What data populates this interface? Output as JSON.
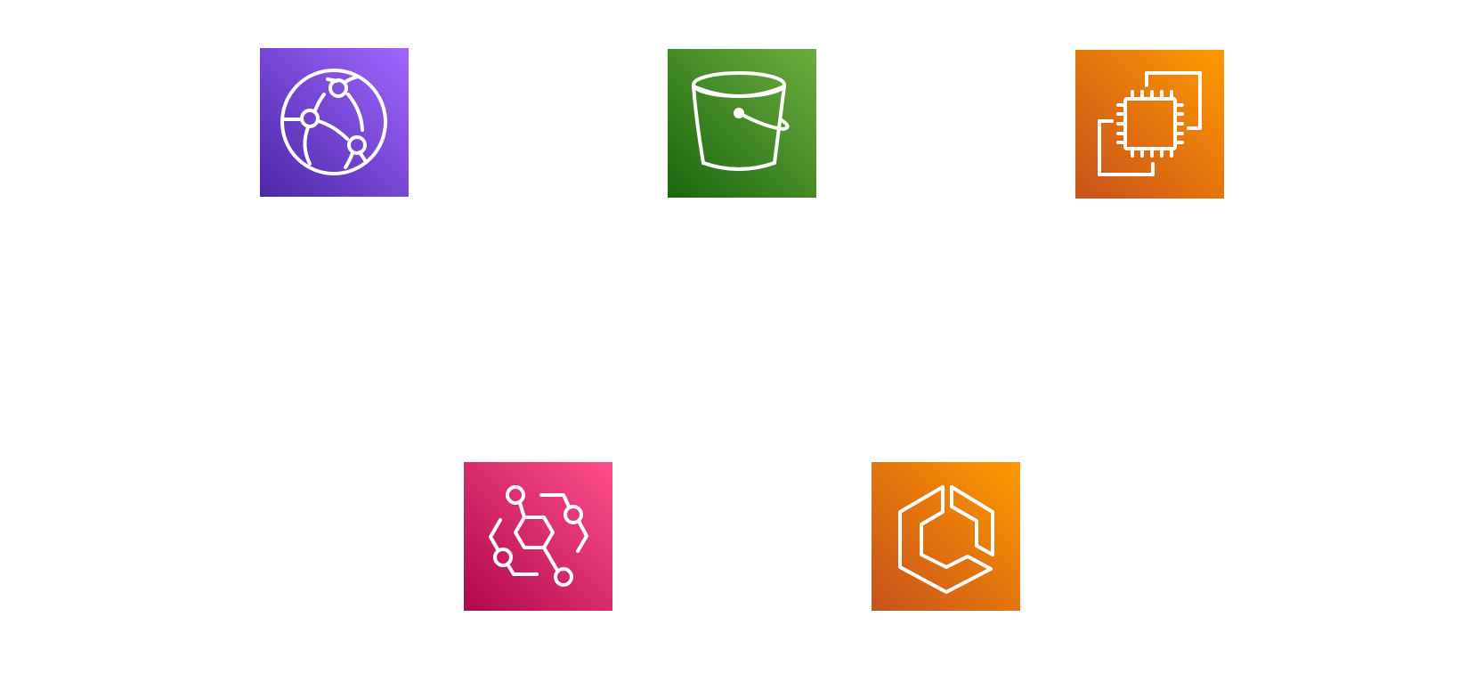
{
  "icons": [
    {
      "id": "cloudfront",
      "name": "cloudfront-icon",
      "color_start": "#4D27A8",
      "color_end": "#A166FF"
    },
    {
      "id": "s3",
      "name": "s3-bucket-icon",
      "color_start": "#1B660F",
      "color_end": "#6CAE3E"
    },
    {
      "id": "ec2",
      "name": "ec2-instance-icon",
      "color_start": "#C8511B",
      "color_end": "#FF9900"
    },
    {
      "id": "eventbridge",
      "name": "eventbridge-icon",
      "color_start": "#B0084D",
      "color_end": "#FF4F8B"
    },
    {
      "id": "ecs",
      "name": "ecs-container-icon",
      "color_start": "#C8511B",
      "color_end": "#FF9900"
    }
  ]
}
